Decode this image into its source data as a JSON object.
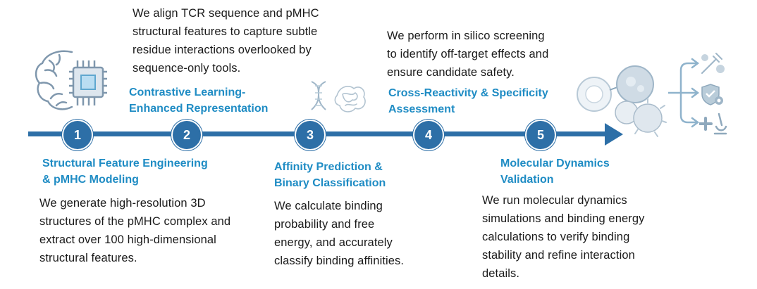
{
  "steps": [
    {
      "number": "1",
      "title_line1": "Structural Feature Engineering",
      "title_line2": "& pMHC Modeling",
      "desc": [
        "We generate high-resolution 3D",
        "structures of the pMHC complex and",
        "extract over 100 high-dimensional",
        "structural features."
      ]
    },
    {
      "number": "2",
      "title_line1": "Contrastive Learning-",
      "title_line2": "Enhanced Representation",
      "desc": [
        "We align TCR sequence and pMHC",
        "structural features to capture subtle",
        "residue interactions overlooked by",
        "sequence-only tools."
      ]
    },
    {
      "number": "3",
      "title_line1": "Affinity Prediction &",
      "title_line2": "Binary Classification",
      "desc": [
        "We calculate binding",
        "probability and free",
        "energy, and accurately",
        "classify binding affinities."
      ]
    },
    {
      "number": "4",
      "title_line1": "Cross-Reactivity & Specificity",
      "title_line2": "Assessment",
      "desc": [
        "We perform in silico screening",
        "to identify off-target effects and",
        "ensure candidate safety."
      ]
    },
    {
      "number": "5",
      "title_line1": "Molecular Dynamics",
      "title_line2": "Validation",
      "desc": [
        "We run molecular dynamics",
        "simulations and binding energy",
        "calculations to verify binding",
        "stability and refine interaction",
        "details."
      ]
    }
  ],
  "colors": {
    "accent": "#2d6fa7",
    "title": "#1f8cc4",
    "icon": "#9fb6c8"
  },
  "icons": [
    "brain-chip-icon",
    "dna-icon",
    "protein-icon",
    "cell-binding-icon",
    "syringe-icon",
    "shield-gear-icon",
    "plus-microscope-icon"
  ]
}
